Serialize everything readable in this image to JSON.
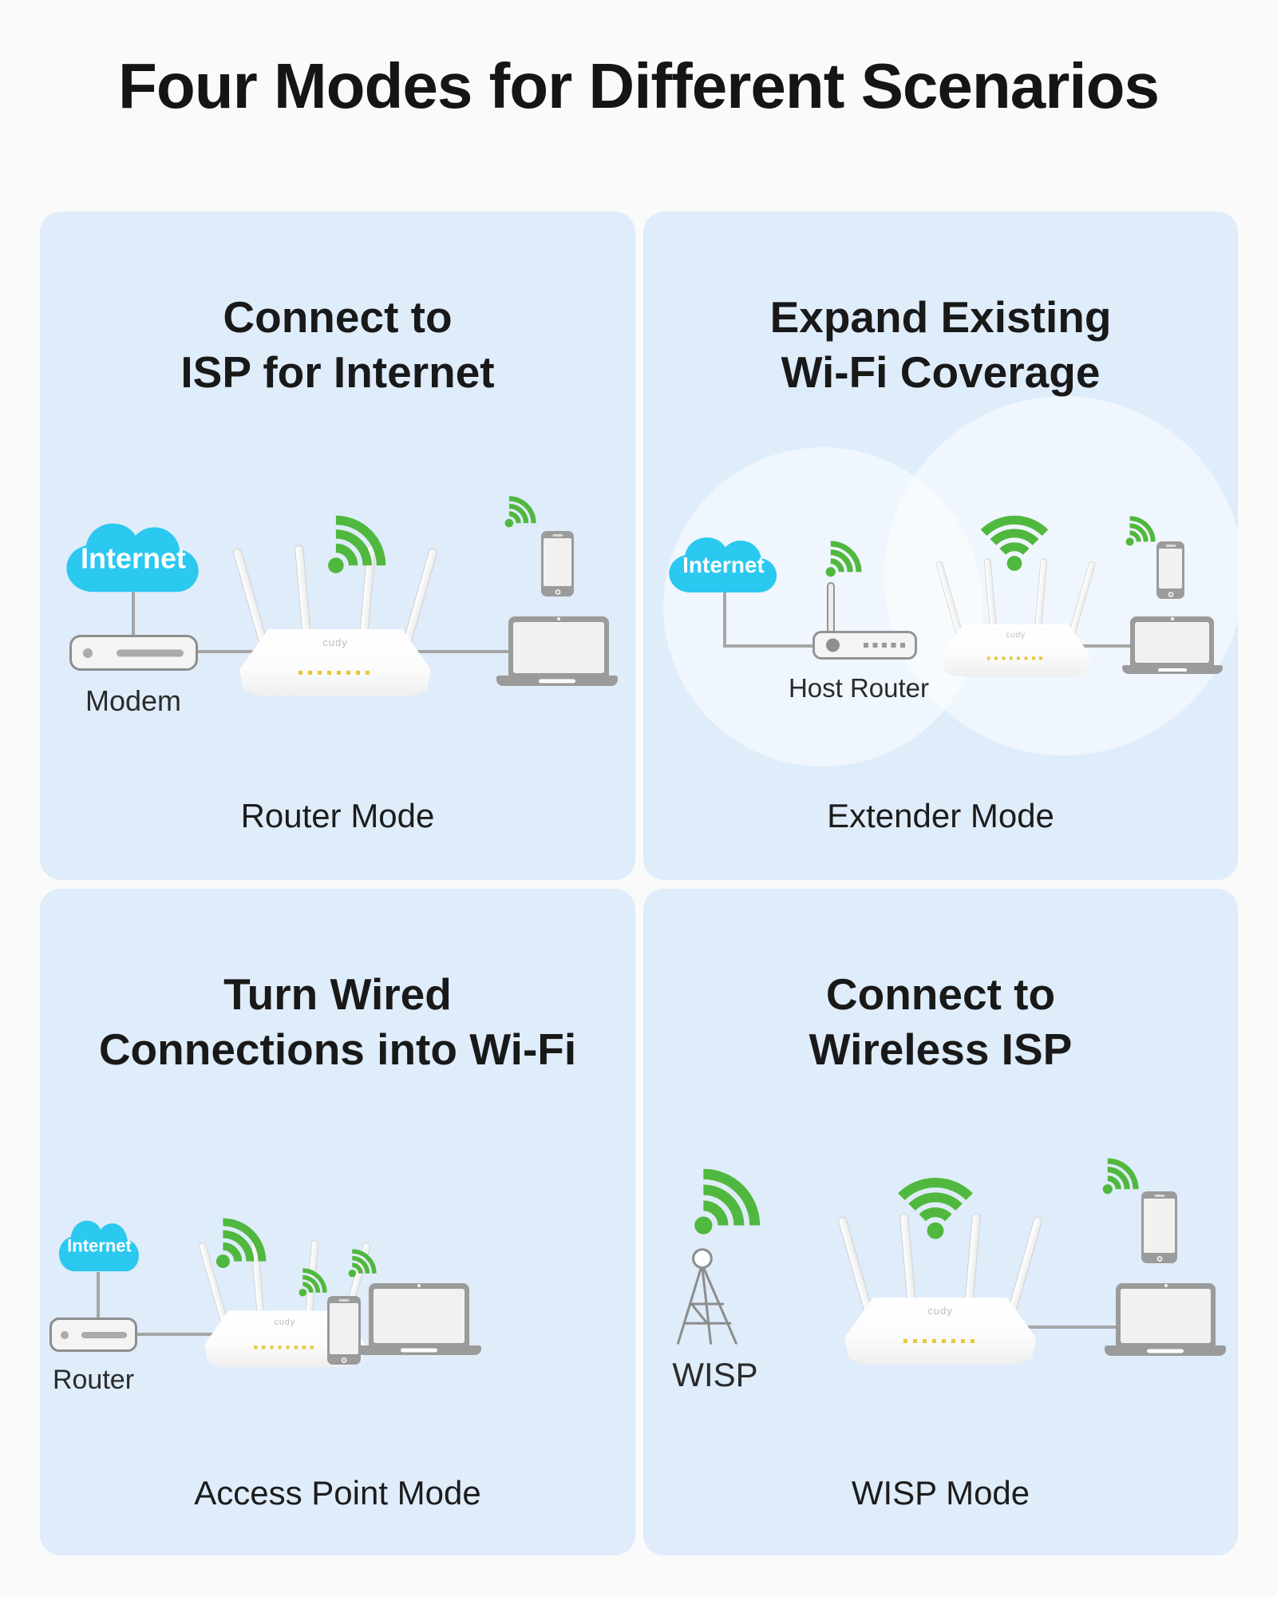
{
  "title": "Four Modes for Different Scenarios",
  "colors": {
    "page_background": "#FAFAFA",
    "panel_background": "#DFECFA",
    "cloud_cyan": "#2BC8F0",
    "wifi_green": "#50B83E",
    "device_gray": "#9B9B9B",
    "led_yellow": "#E7C93D",
    "heading_text": "#191919"
  },
  "shared": {
    "router_logo": "cudy"
  },
  "icons": {
    "wifi": "wifi-signal-icon",
    "cloud": "internet-cloud",
    "tower": "wisp-tower-icon"
  },
  "panels": [
    {
      "name": "router-mode",
      "heading_line1": "Connect to",
      "heading_line2": "ISP for Internet",
      "cloud_label": "Internet",
      "device_label": "Modem",
      "mode_label": "Router Mode"
    },
    {
      "name": "extender-mode",
      "heading_line1": "Expand Existing",
      "heading_line2": "Wi-Fi Coverage",
      "cloud_label": "Internet",
      "device_label": "Host Router",
      "mode_label": "Extender Mode"
    },
    {
      "name": "access-point-mode",
      "heading_line1": "Turn Wired",
      "heading_line2": "Connections into Wi-Fi",
      "cloud_label": "Internet",
      "device_label": "Router",
      "mode_label": "Access Point Mode"
    },
    {
      "name": "wisp-mode",
      "heading_line1": "Connect to",
      "heading_line2": "Wireless ISP",
      "device_label": "WISP",
      "mode_label": "WISP Mode"
    }
  ]
}
